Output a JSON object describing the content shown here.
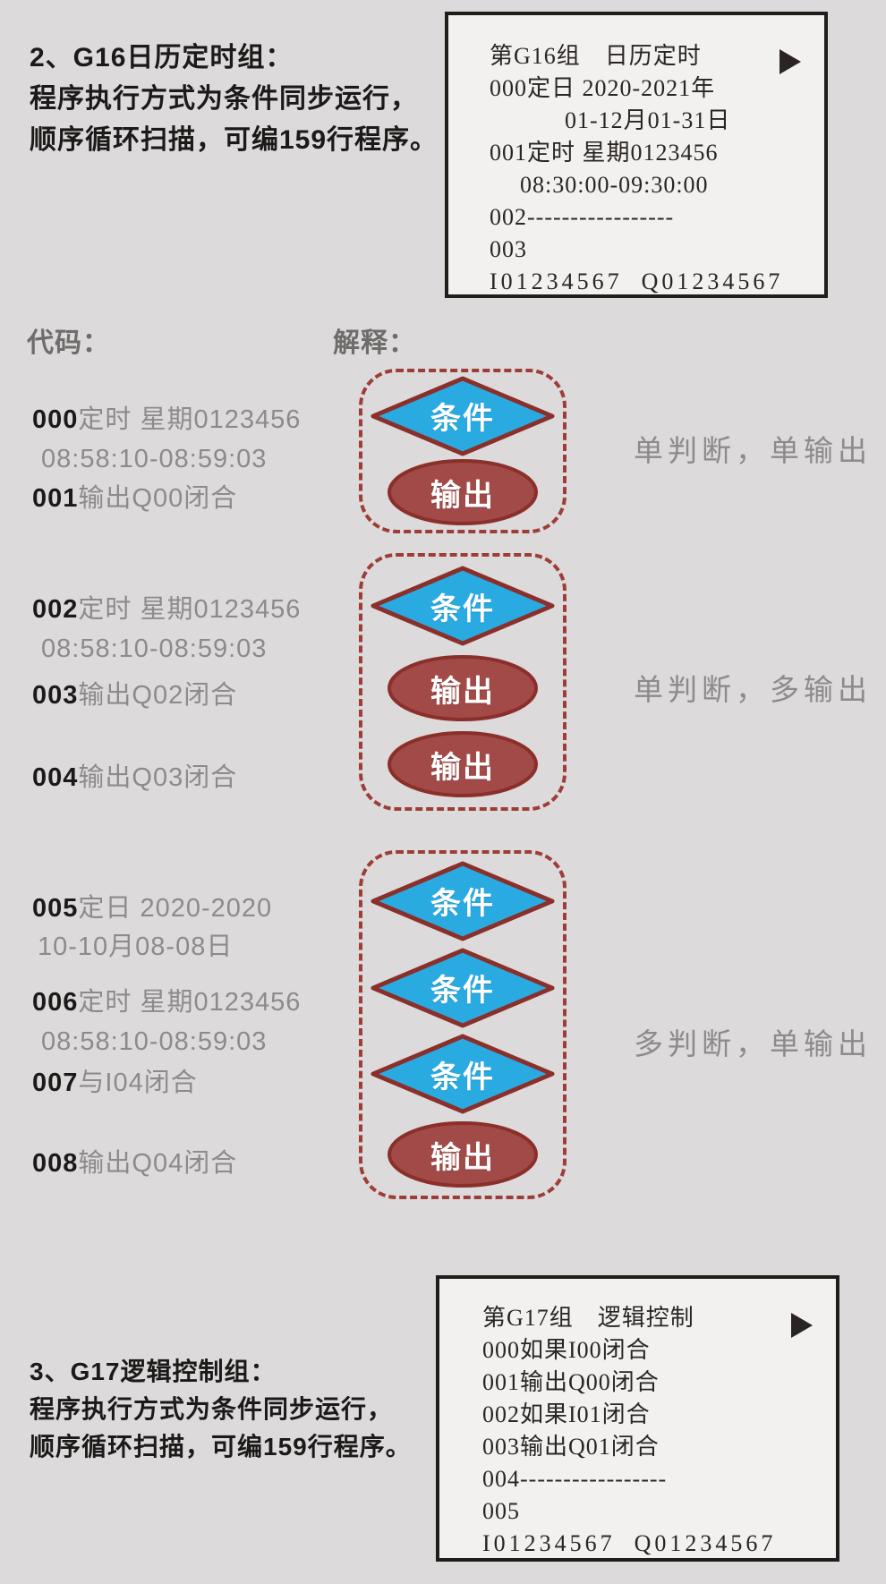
{
  "colors": {
    "page-bg": "#dcdada",
    "panel-bg": "#f2f1ef",
    "panel-border": "#221d1a",
    "ink": "#1c1a19",
    "lcd-ink": "#2a2522",
    "gray": "#8c8a8a",
    "label-gray": "#6f6d6c",
    "dash": "#9e3d38",
    "diamond-fill": "#29abe2",
    "ellipse-fill": "#a24a47",
    "shape-stroke": "#8b2f2b",
    "shape-text": "#ffffff"
  },
  "sections": {
    "g16": {
      "heading": "2、G16日历定时组：",
      "body1": "程序执行方式为条件同步运行，",
      "body2": "顺序循环扫描，可编159行程序。"
    },
    "g17": {
      "heading": "3、G17逻辑控制组：",
      "body1": "程序执行方式为条件同步运行，",
      "body2": "顺序循环扫描，可编159行程序。"
    }
  },
  "labels": {
    "code": "代码：",
    "explain": "解释："
  },
  "lcd_g16": {
    "title": "第G16组　日历定时",
    "line1": "000定日 2020-2021年",
    "line2": "01-12月01-31日",
    "line3": "001定时 星期0123456",
    "line4": "08:30:00-09:30:00",
    "line5": "002-----------------",
    "line6": "003",
    "line7": "I01234567  Q01234567"
  },
  "lcd_g17": {
    "title": "第G17组　逻辑控制",
    "line1": "000如果I00闭合",
    "line2": "001输出Q00闭合",
    "line3": "002如果I01闭合",
    "line4": "003输出Q01闭合",
    "line5": "004-----------------",
    "line6": "005",
    "line7": "I01234567  Q01234567"
  },
  "code_lines": [
    {
      "num": "000",
      "text": "定时 星期0123456"
    },
    {
      "num": "",
      "text": "08:58:10-08:59:03"
    },
    {
      "num": "001",
      "text": "输出Q00闭合"
    },
    {
      "num": "002",
      "text": "定时 星期0123456"
    },
    {
      "num": "",
      "text": "08:58:10-08:59:03"
    },
    {
      "num": "003",
      "text": "输出Q02闭合"
    },
    {
      "num": "004",
      "text": "输出Q03闭合"
    },
    {
      "num": "005",
      "text": "定日 2020-2020"
    },
    {
      "num": "",
      "text": "10-10月08-08日"
    },
    {
      "num": "006",
      "text": "定时 星期0123456"
    },
    {
      "num": "",
      "text": "08:58:10-08:59:03"
    },
    {
      "num": "007",
      "text": "与I04闭合"
    },
    {
      "num": "008",
      "text": "输出Q04闭合"
    }
  ],
  "flowchart": {
    "condition": "条件",
    "output": "输出",
    "captions": [
      "单判断，单输出",
      "单判断，多输出",
      "多判断，单输出"
    ]
  }
}
